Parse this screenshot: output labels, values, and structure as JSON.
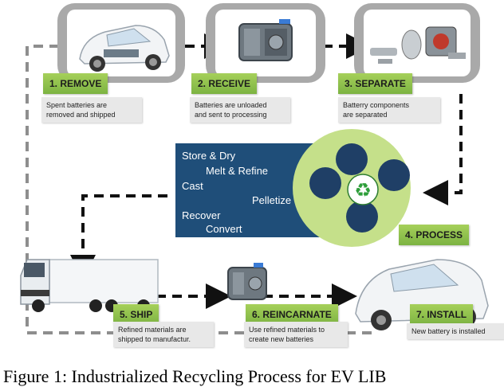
{
  "steps": [
    {
      "label": "1. REMOVE",
      "desc1": "Spent batteries are",
      "desc2": "removed and shipped"
    },
    {
      "label": "2. RECEIVE",
      "desc1": "Batteries are unloaded",
      "desc2": "and sent to processing"
    },
    {
      "label": "3. SEPARATE",
      "desc1": "Batterry components",
      "desc2": "are separated"
    },
    {
      "label": "4. PROCESS"
    },
    {
      "label": "5. SHIP",
      "desc1": "Refined materials are",
      "desc2": "shipped to manufactur."
    },
    {
      "label": "6. REINCARNATE",
      "desc1": "Use refined materials to",
      "desc2": "create new batteries"
    },
    {
      "label": "7. INSTALL",
      "desc1": "New battery is installed"
    }
  ],
  "process_steps": [
    "Store & Dry",
    "Melt & Refine",
    "Cast",
    "Pelletize",
    "Recover",
    "Convert"
  ],
  "caption": "Figure 1: Industrialized Recycling Process for EV LIB",
  "colors": {
    "label_green": "#8bc34a",
    "panel_blue": "#1f4e79",
    "tile_gray": "#a9a9a9",
    "circle_green": "#c5e08a",
    "circle_navy": "#1f3f66"
  }
}
